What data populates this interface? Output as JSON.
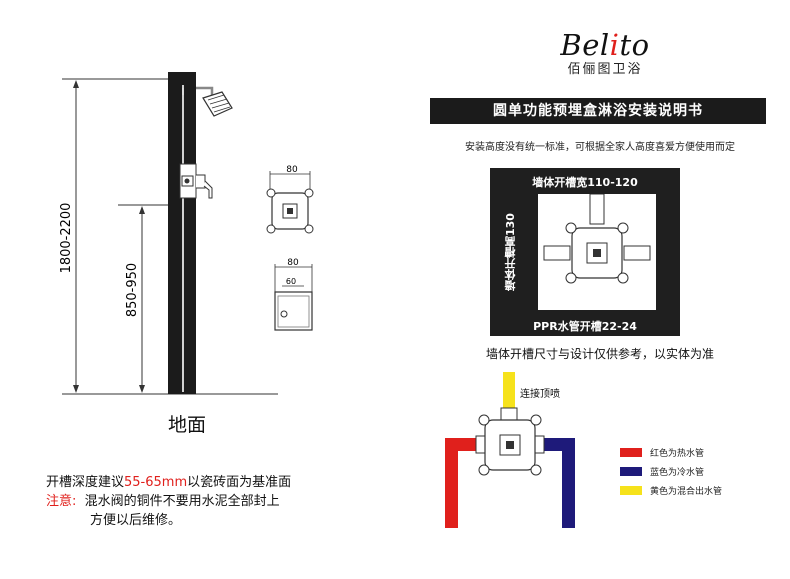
{
  "brand": {
    "logo_a": "Bel",
    "logo_b": "i",
    "logo_c": "to",
    "subtitle": "佰俪图卫浴"
  },
  "title": "圆单功能预埋盒淋浴安装说明书",
  "note": "安装高度没有统一标准，可根据全家人高度喜爱方便使用而定",
  "dims": {
    "h_shower": "1800-2200",
    "h_valve": "850-950",
    "w1": "80",
    "w2": "80",
    "w3": "60"
  },
  "ground_label": "地面",
  "box": {
    "top": "墙体开槽宽110-120",
    "left": "墙体开槽高130",
    "bottom": "PPR水管开槽22-24"
  },
  "caption": "墙体开槽尺寸与设计仅供参考，以实体为准",
  "connect_label": "连接顶喷",
  "legend": [
    {
      "label": "红色为热水管",
      "color": "#e0201c"
    },
    {
      "label": "蓝色为冷水管",
      "color": "#1e1a7a"
    },
    {
      "label": "黄色为混合出水管",
      "color": "#f6e21b"
    }
  ],
  "bottom": {
    "line1_a": "开槽深度建议",
    "line1_b": "55-65mm",
    "line1_c": "以瓷砖面为基准面",
    "line2_a": "注意:",
    "line2_b": "混水阀的铜件不要用水泥全部封上",
    "line3": "方便以后维修。"
  }
}
